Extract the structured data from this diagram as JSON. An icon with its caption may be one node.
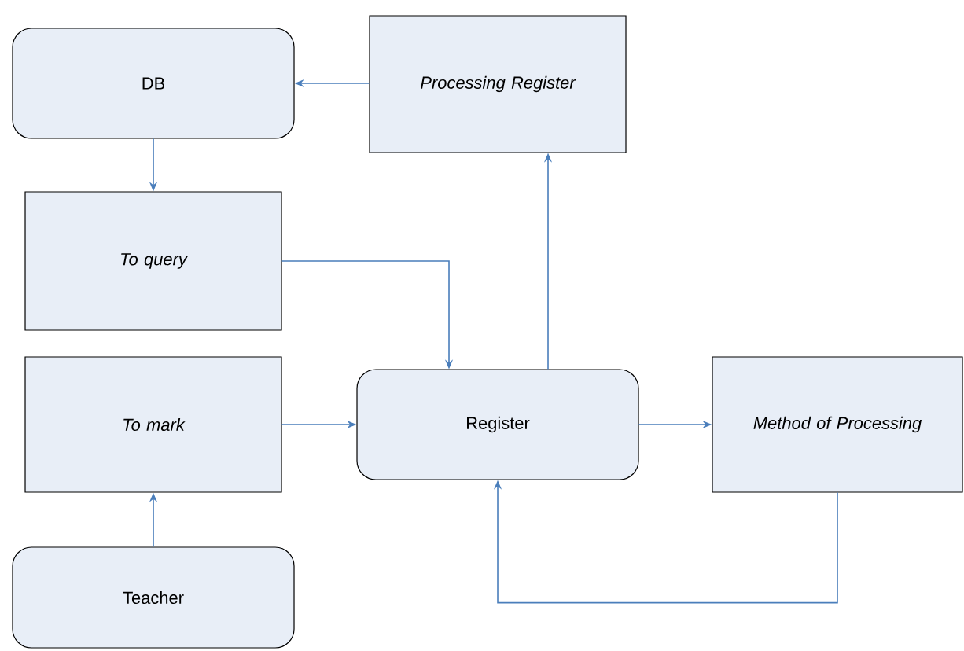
{
  "diagram": {
    "nodes": [
      {
        "text": [
          "DB"
        ]
      },
      {
        "text": [
          "Processing Register"
        ]
      },
      {
        "text": [
          "To query"
        ]
      },
      {
        "text": [
          "To mark"
        ]
      },
      {
        "text": [
          "Register"
        ]
      },
      {
        "text": [
          "Method of Processing"
        ]
      },
      {
        "text": [
          "Teacher"
        ]
      }
    ],
    "edges": [
      {
        "from": 1,
        "to": 0,
        "arrow": "to"
      },
      {
        "from": 0,
        "to": 2,
        "arrow": "to"
      },
      {
        "from": 2,
        "to": 4,
        "arrow": "to"
      },
      {
        "from": 3,
        "to": 4,
        "arrow": "to"
      },
      {
        "from": 6,
        "to": 3,
        "arrow": "to"
      },
      {
        "from": 4,
        "to": 1,
        "arrow": "to"
      },
      {
        "from": 4,
        "to": 5,
        "arrow": "to"
      },
      {
        "from": 5,
        "to": 4,
        "arrow": "to"
      }
    ]
  }
}
